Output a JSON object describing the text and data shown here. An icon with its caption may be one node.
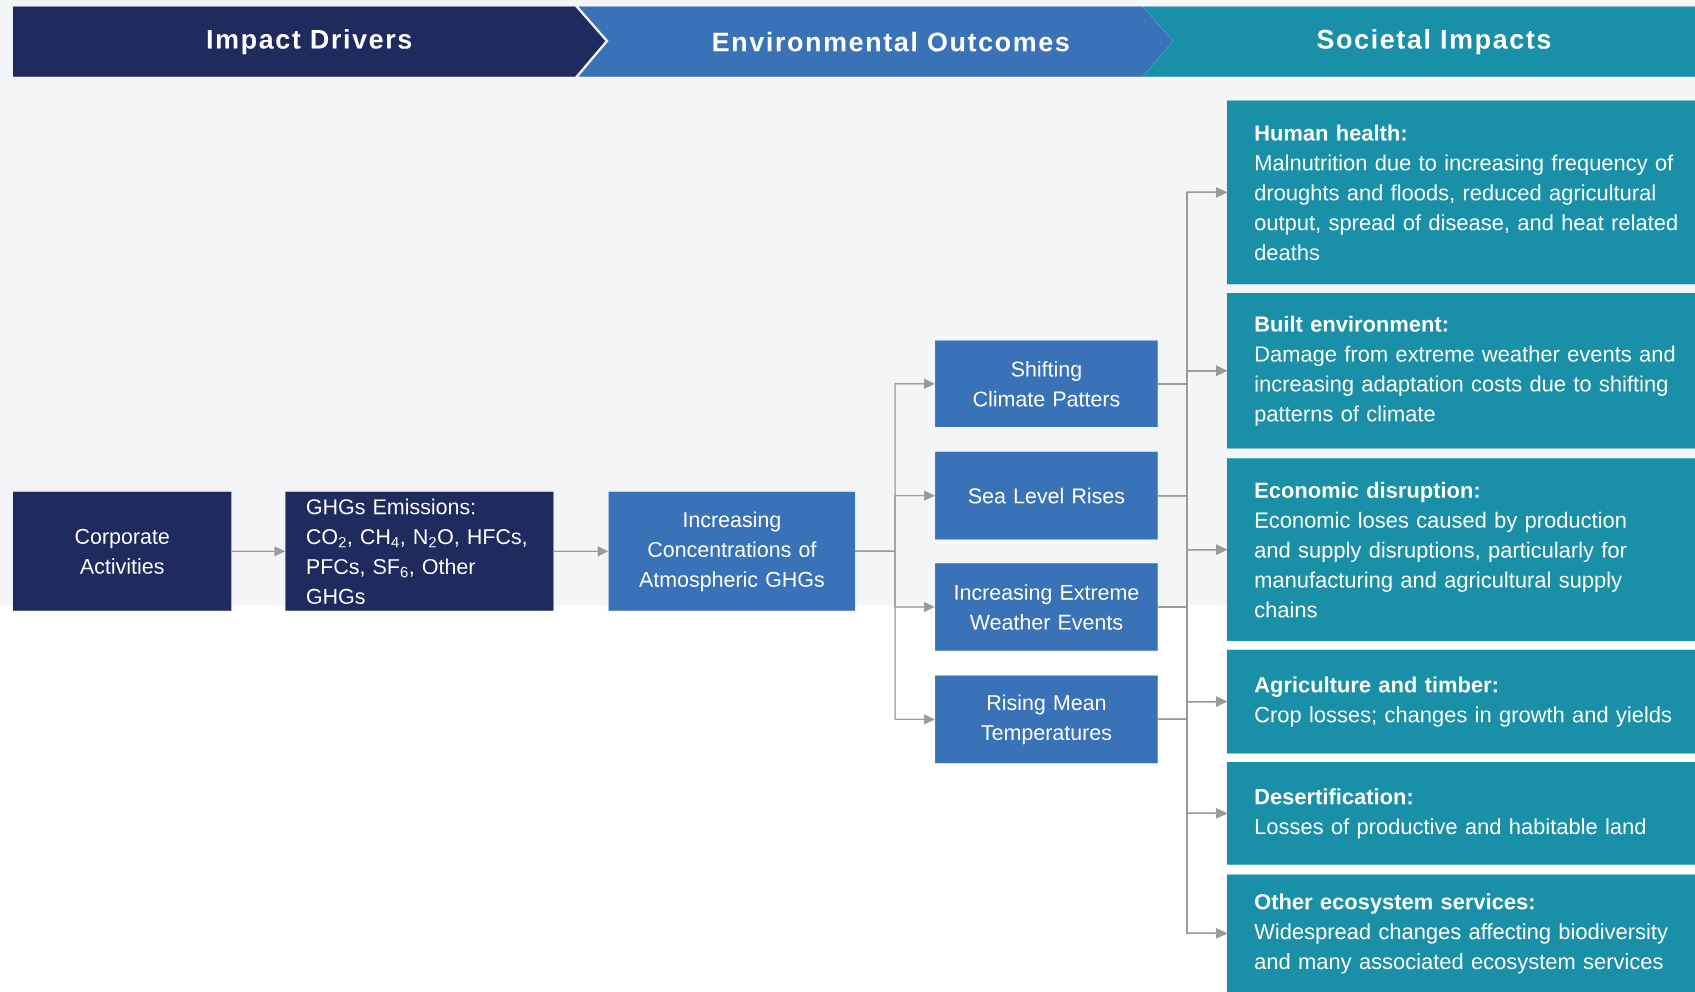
{
  "diagram": {
    "nodes": [
      {
        "text": [
          "Impact Drivers"
        ]
      },
      {
        "text": [
          "Environmental Outcomes"
        ]
      },
      {
        "text": [
          "Societal Impacts"
        ]
      },
      {
        "text": [
          "Corporate Activities"
        ]
      },
      {
        "text": [
          "GHGs Emissions: CO$_{2}$, CH$_{4}$, N$_{2}$O, HFCs, PFCs, SF$_{6}$, Other GHGs"
        ]
      },
      {
        "text": [
          "Increasing Concentrations of Atmospheric GHGs"
        ]
      },
      {
        "text": [
          "Shifting Climate Patters"
        ]
      },
      {
        "text": [
          "Sea Level Rises"
        ]
      },
      {
        "text": [
          "Increasing Extreme Weather Events"
        ]
      },
      {
        "text": [
          "Rising Mean Temperatures"
        ]
      },
      {
        "text": [
          "Human health:",
          "Malnutrition due to increasing frequency of droughts and floods, reduced agricultural output, spread of disease, and heat related deaths"
        ]
      },
      {
        "text": [
          "Built environment:",
          "Damage from extreme weather events and increasing adaptation costs due to shifting patterns of climate"
        ]
      },
      {
        "text": [
          "Economic disruption:",
          "Economic loses caused by production and supply disruptions, particularly for manufacturing and agricultural supply chains"
        ]
      },
      {
        "text": [
          "Agriculture and timber:",
          "Crop losses; changes in growth and yields"
        ]
      },
      {
        "text": [
          "Desertification:",
          "Losses of productive and habitable land"
        ]
      },
      {
        "text": [
          "Other ecosystem services:",
          "Widespread changes affecting biodiversity and many associated ecosystem services"
        ]
      }
    ],
    "edges": [
      {
        "from": 3,
        "to": 4,
        "arrow": "to"
      },
      {
        "from": 4,
        "to": 5,
        "arrow": "to"
      },
      {
        "from": 5,
        "to": 6,
        "arrow": "to"
      },
      {
        "from": 5,
        "to": 7,
        "arrow": "to"
      },
      {
        "from": 5,
        "to": 8,
        "arrow": "to"
      },
      {
        "from": 5,
        "to": 9,
        "arrow": "to"
      },
      {
        "from": 6,
        "to": 10,
        "arrow": "to"
      },
      {
        "from": 6,
        "to": 11,
        "arrow": "to"
      },
      {
        "from": 6,
        "to": 12,
        "arrow": "to"
      },
      {
        "from": 6,
        "to": 13,
        "arrow": "to"
      },
      {
        "from": 6,
        "to": 14,
        "arrow": "to"
      },
      {
        "from": 6,
        "to": 15,
        "arrow": "to"
      },
      {
        "from": 7,
        "to": 10,
        "arrow": "to"
      },
      {
        "from": 7,
        "to": 11,
        "arrow": "to"
      },
      {
        "from": 7,
        "to": 12,
        "arrow": "to"
      },
      {
        "from": 7,
        "to": 13,
        "arrow": "to"
      },
      {
        "from": 7,
        "to": 14,
        "arrow": "to"
      },
      {
        "from": 7,
        "to": 15,
        "arrow": "to"
      },
      {
        "from": 8,
        "to": 10,
        "arrow": "to"
      },
      {
        "from": 8,
        "to": 11,
        "arrow": "to"
      },
      {
        "from": 8,
        "to": 12,
        "arrow": "to"
      },
      {
        "from": 8,
        "to": 13,
        "arrow": "to"
      },
      {
        "from": 8,
        "to": 14,
        "arrow": "to"
      },
      {
        "from": 8,
        "to": 15,
        "arrow": "to"
      },
      {
        "from": 9,
        "to": 10,
        "arrow": "to"
      },
      {
        "from": 9,
        "to": 11,
        "arrow": "to"
      },
      {
        "from": 9,
        "to": 12,
        "arrow": "to"
      },
      {
        "from": 9,
        "to": 13,
        "arrow": "to"
      },
      {
        "from": 9,
        "to": 14,
        "arrow": "to"
      },
      {
        "from": 9,
        "to": 15,
        "arrow": "to"
      }
    ]
  }
}
